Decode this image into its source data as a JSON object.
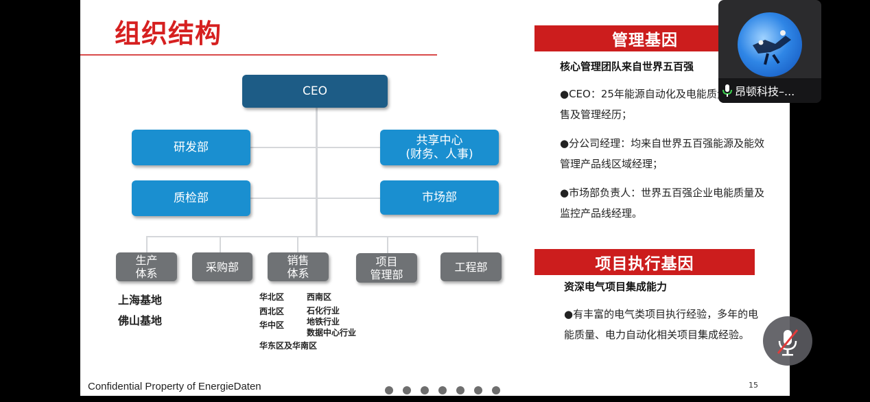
{
  "slide": {
    "title": "组织结构",
    "org": {
      "ceo": "CEO",
      "rd": "研发部",
      "shared": "共享中心\n(财务、人事)",
      "qc": "质检部",
      "market": "市场部",
      "production": "生产\n体系",
      "purchase": "采购部",
      "sales": "销售\n体系",
      "project": "项目\n管理部",
      "engineering": "工程部"
    },
    "production_sites": [
      "上海基地",
      "佛山基地"
    ],
    "sales_regions": {
      "col1": [
        "华北区",
        "西北区",
        "华中区"
      ],
      "col2": [
        "西南区",
        "石化行业",
        "地铁行业",
        "数据中心行业"
      ],
      "bottom": "华东区及华南区"
    },
    "management": {
      "header": "管理基因",
      "subtitle": "核心管理团队来自世界五百强",
      "bullets": [
        "●CEO：25年能源自动化及电能质量相关销售及管理经历；",
        "●分公司经理：均来自世界五百强能源及能效管理产品线区域经理；",
        "●市场部负责人：世界五百强企业电能质量及监控产品线经理。"
      ]
    },
    "project_exec": {
      "header": "项目执行基因",
      "subtitle": "资深电气项目集成能力",
      "bullet": "●有丰富的电气类项目执行经验，多年的电能质量、电力自动化相关项目集成经验。"
    },
    "footer": "Confidential Property of EnergieDaten",
    "page_number": "15",
    "pagination_count": 7
  },
  "video": {
    "participant_name": "昂顿科技–...",
    "icons": {
      "mic": "microphone-icon",
      "mute": "microphone-muted-icon"
    }
  },
  "colors": {
    "accent_red": "#cc1d1d",
    "ceo_navy": "#1d5c86",
    "dept_blue": "#1a8fd0",
    "unit_grey": "#6f7275"
  }
}
